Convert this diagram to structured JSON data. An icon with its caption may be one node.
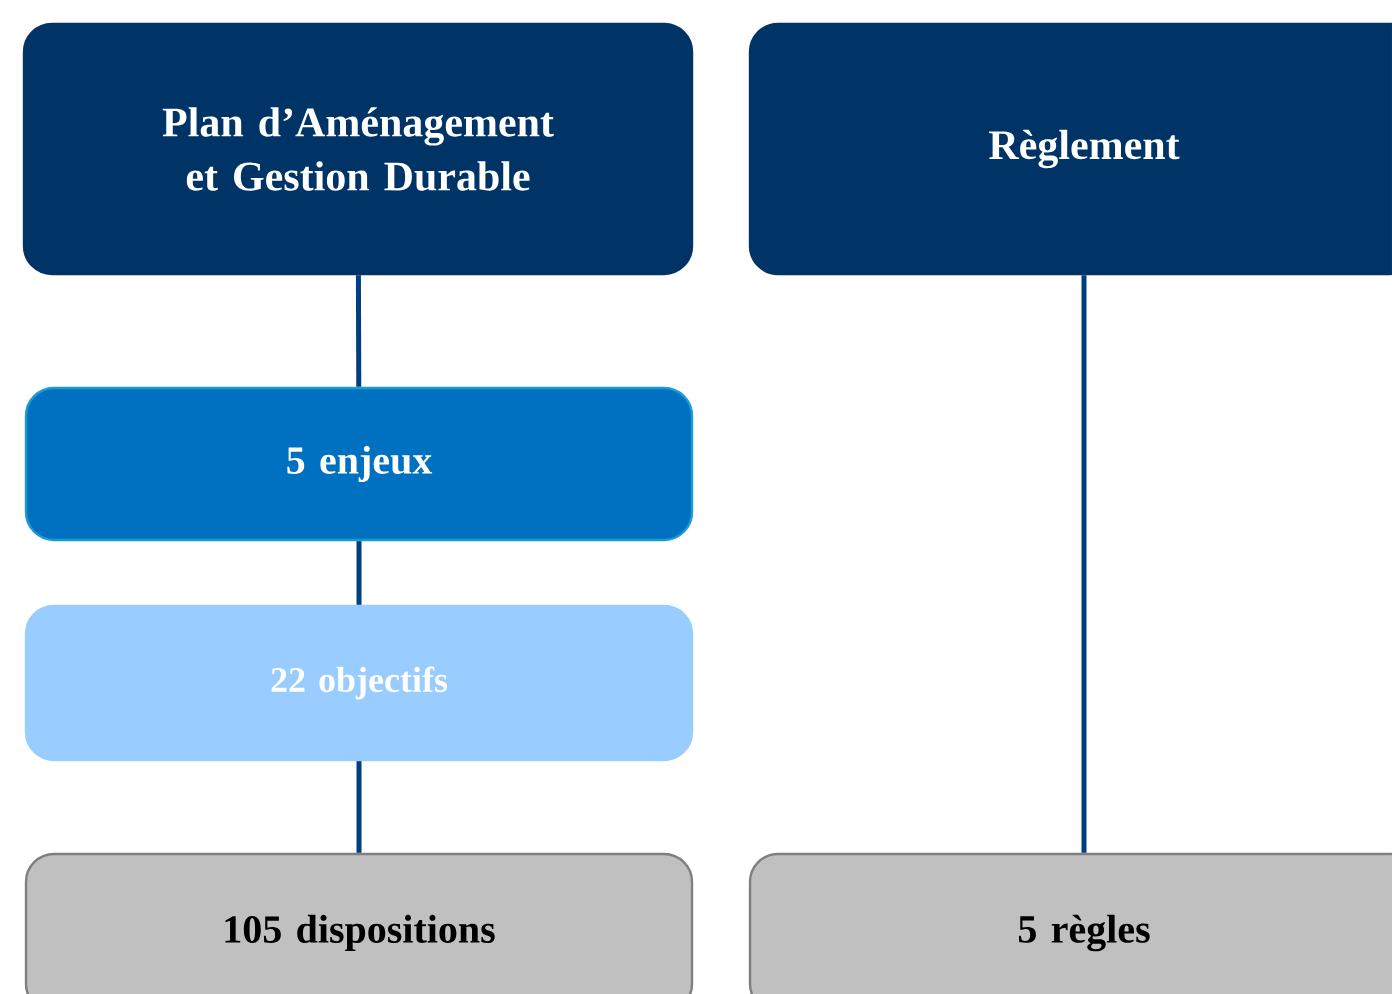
{
  "diagram": {
    "nodes": [
      {
        "text": [
          "Plan d’Aménagement et Gestion Durable"
        ]
      },
      {
        "text": [
          "Règlement"
        ]
      },
      {
        "text": [
          "5 enjeux"
        ]
      },
      {
        "text": [
          "22 objectifs"
        ]
      },
      {
        "text": [
          "105 dispositions"
        ]
      },
      {
        "text": [
          "5 règles"
        ]
      }
    ],
    "edges": [
      {
        "from": 0,
        "to": 2,
        "arrow": "none"
      },
      {
        "from": 2,
        "to": 3,
        "arrow": "none"
      },
      {
        "from": 3,
        "to": 4,
        "arrow": "none"
      },
      {
        "from": 1,
        "to": 5,
        "arrow": "none"
      }
    ]
  }
}
